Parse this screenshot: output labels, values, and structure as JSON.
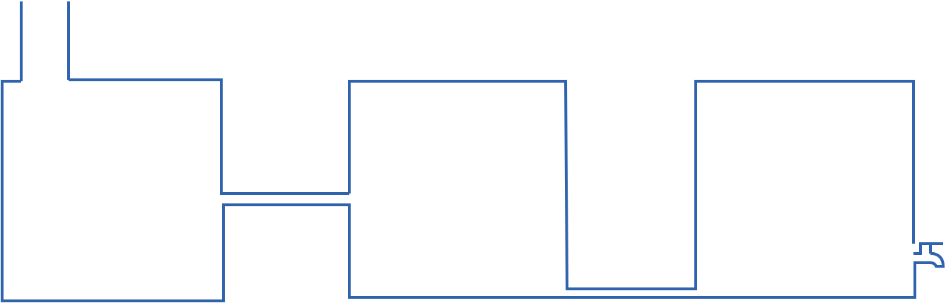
{
  "diagram": {
    "type": "connected-vessels-outline",
    "stroke_color": "#2F63AE",
    "background_color": "#FFFFFF",
    "elements": [
      {
        "name": "inlet-pipe"
      },
      {
        "name": "tank-1"
      },
      {
        "name": "upper-connector-pipe"
      },
      {
        "name": "lower-connector-pipe"
      },
      {
        "name": "tank-2"
      },
      {
        "name": "bottom-connector-channel"
      },
      {
        "name": "tank-3"
      },
      {
        "name": "outlet-tap-icon"
      }
    ]
  }
}
